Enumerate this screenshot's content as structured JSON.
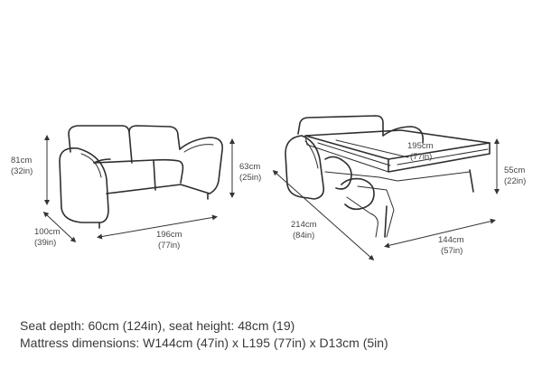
{
  "dimensions": {
    "sofa_height": {
      "cm": "81cm",
      "in": "(32in)"
    },
    "sofa_depth": {
      "cm": "100cm",
      "in": "(39in)"
    },
    "sofa_width": {
      "cm": "196cm",
      "in": "(77in)"
    },
    "arm_height": {
      "cm": "63cm",
      "in": "(25in)"
    },
    "bed_length": {
      "cm": "195cm",
      "in": "(77in)"
    },
    "bed_height": {
      "cm": "55cm",
      "in": "(22in)"
    },
    "bed_depth": {
      "cm": "214cm",
      "in": "(84in)"
    },
    "bed_width": {
      "cm": "144cm",
      "in": "(57in)"
    }
  },
  "specs": {
    "line1": "Seat depth: 60cm (124in), seat height: 48cm (19)",
    "line2": "Mattress dimensions: W144cm (47in) x L195 (77in) x D13cm (5in)"
  }
}
